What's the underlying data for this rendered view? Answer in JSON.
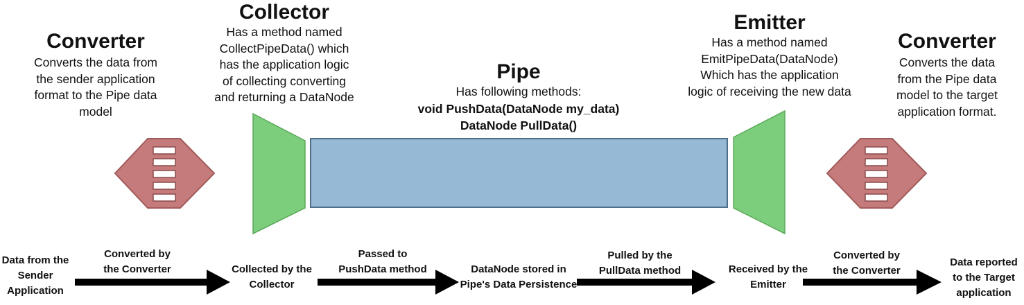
{
  "converter_left": {
    "title": "Converter",
    "desc": "Converts the data from\nthe sender application\nformat to the Pipe data\nmodel"
  },
  "collector": {
    "title": "Collector",
    "desc": "Has a method named\nCollectPipeData() which\nhas the application logic\nof collecting converting\nand returning a DataNode"
  },
  "pipe": {
    "title": "Pipe",
    "desc": "Has following methods:",
    "method1": "void PushData(DataNode my_data)",
    "method2": "DataNode PullData()"
  },
  "emitter": {
    "title": "Emitter",
    "desc": "Has a method named\nEmitPipeData(DataNode)\nWhich has the application\nlogic of receiving the new data"
  },
  "converter_right": {
    "title": "Converter",
    "desc": "Converts the data\nfrom the Pipe data\nmodel to the target\napplication format."
  },
  "flow": {
    "stage1": "Data from the\nSender\nApplication",
    "arrow1": "Converted by\nthe Converter",
    "stage2": "Collected by the\nCollector",
    "arrow2": "Passed to\nPushData method",
    "stage3": "DataNode stored in\nPipe's Data Persistence",
    "arrow3": "Pulled by the\nPullData method",
    "stage4": "Received by the\nEmitter",
    "arrow4": "Converted by\nthe Converter",
    "stage5": "Data reported\nto the Target\napplication"
  },
  "colors": {
    "converter": "#c57b7b",
    "funnel": "#7ccd7c",
    "pipe": "#96b9d6",
    "arrow": "#000000"
  }
}
